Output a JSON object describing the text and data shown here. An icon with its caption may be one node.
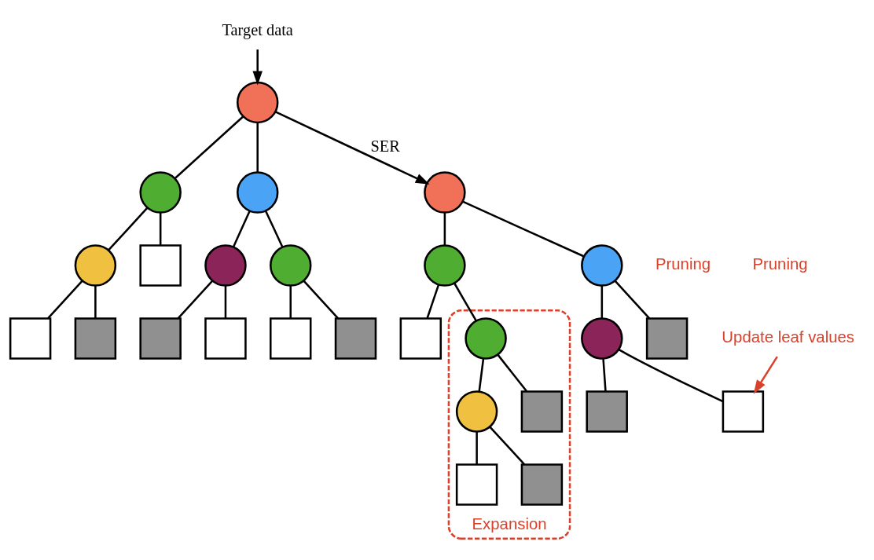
{
  "diagram": {
    "nodes": [
      {
        "text": [
          "Target data"
        ]
      },
      {
        "text": [],
        "shape": "circle"
      },
      {
        "text": [],
        "shape": "circle"
      },
      {
        "text": [],
        "shape": "circle"
      },
      {
        "text": [],
        "shape": "circle"
      },
      {
        "text": [],
        "shape": "box"
      },
      {
        "text": [],
        "shape": "circle"
      },
      {
        "text": [],
        "shape": "circle"
      },
      {
        "text": [],
        "shape": "box"
      },
      {
        "text": [],
        "shape": "box"
      },
      {
        "text": [],
        "shape": "box"
      },
      {
        "text": [],
        "shape": "box"
      },
      {
        "text": [],
        "shape": "box"
      },
      {
        "text": [],
        "shape": "box"
      },
      {
        "text": [],
        "shape": "circle"
      },
      {
        "text": [],
        "shape": "circle"
      },
      {
        "text": [],
        "shape": "circle"
      },
      {
        "text": [],
        "shape": "box"
      },
      {
        "text": [
          "Expansion"
        ]
      },
      {
        "text": [],
        "shape": "circle",
        "in": 18
      },
      {
        "text": [],
        "shape": "circle"
      },
      {
        "text": [],
        "shape": "box"
      },
      {
        "text": [],
        "shape": "circle",
        "in": 18
      },
      {
        "text": [],
        "shape": "box",
        "in": 18
      },
      {
        "text": [],
        "shape": "box"
      },
      {
        "text": [],
        "shape": "box"
      },
      {
        "text": [],
        "shape": "box",
        "in": 18
      },
      {
        "text": [],
        "shape": "box",
        "in": 18
      },
      {
        "text": [
          "Update leaf values"
        ]
      }
    ],
    "edges": [
      {
        "from": 0,
        "to": 1,
        "arrow": "to"
      },
      {
        "from": 1,
        "to": 2,
        "arrow": "none"
      },
      {
        "from": 1,
        "to": 3,
        "arrow": "none"
      },
      {
        "from": 2,
        "to": 4,
        "arrow": "none"
      },
      {
        "from": 2,
        "to": 5,
        "arrow": "none"
      },
      {
        "from": 3,
        "to": 6,
        "arrow": "none"
      },
      {
        "from": 3,
        "to": 7,
        "arrow": "none"
      },
      {
        "from": 4,
        "to": 8,
        "arrow": "none"
      },
      {
        "from": 4,
        "to": 9,
        "arrow": "none"
      },
      {
        "from": 6,
        "to": 10,
        "arrow": "none"
      },
      {
        "from": 6,
        "to": 11,
        "arrow": "none"
      },
      {
        "from": 7,
        "to": 12,
        "arrow": "none"
      },
      {
        "from": 7,
        "to": 13,
        "arrow": "none"
      },
      {
        "from": 1,
        "to": 14,
        "arrow": "to",
        "label": "SER"
      },
      {
        "from": 14,
        "to": 15,
        "arrow": "none"
      },
      {
        "from": 14,
        "to": 16,
        "arrow": "none"
      },
      {
        "from": 15,
        "to": 17,
        "arrow": "none"
      },
      {
        "from": 15,
        "to": 19,
        "arrow": "none"
      },
      {
        "from": 16,
        "to": 20,
        "arrow": "none"
      },
      {
        "from": 16,
        "to": 21,
        "arrow": "none"
      },
      {
        "from": 19,
        "to": 22,
        "arrow": "none"
      },
      {
        "from": 19,
        "to": 23,
        "arrow": "none"
      },
      {
        "from": 20,
        "to": 24,
        "arrow": "none"
      },
      {
        "from": 20,
        "to": 25,
        "arrow": "none"
      },
      {
        "from": 22,
        "to": 26,
        "arrow": "none"
      },
      {
        "from": 22,
        "to": 27,
        "arrow": "none"
      },
      {
        "from": 28,
        "to": 25,
        "arrow": "to",
        "color": "#d9412b"
      }
    ],
    "labels": [
      "Pruning",
      "Pruning"
    ]
  }
}
